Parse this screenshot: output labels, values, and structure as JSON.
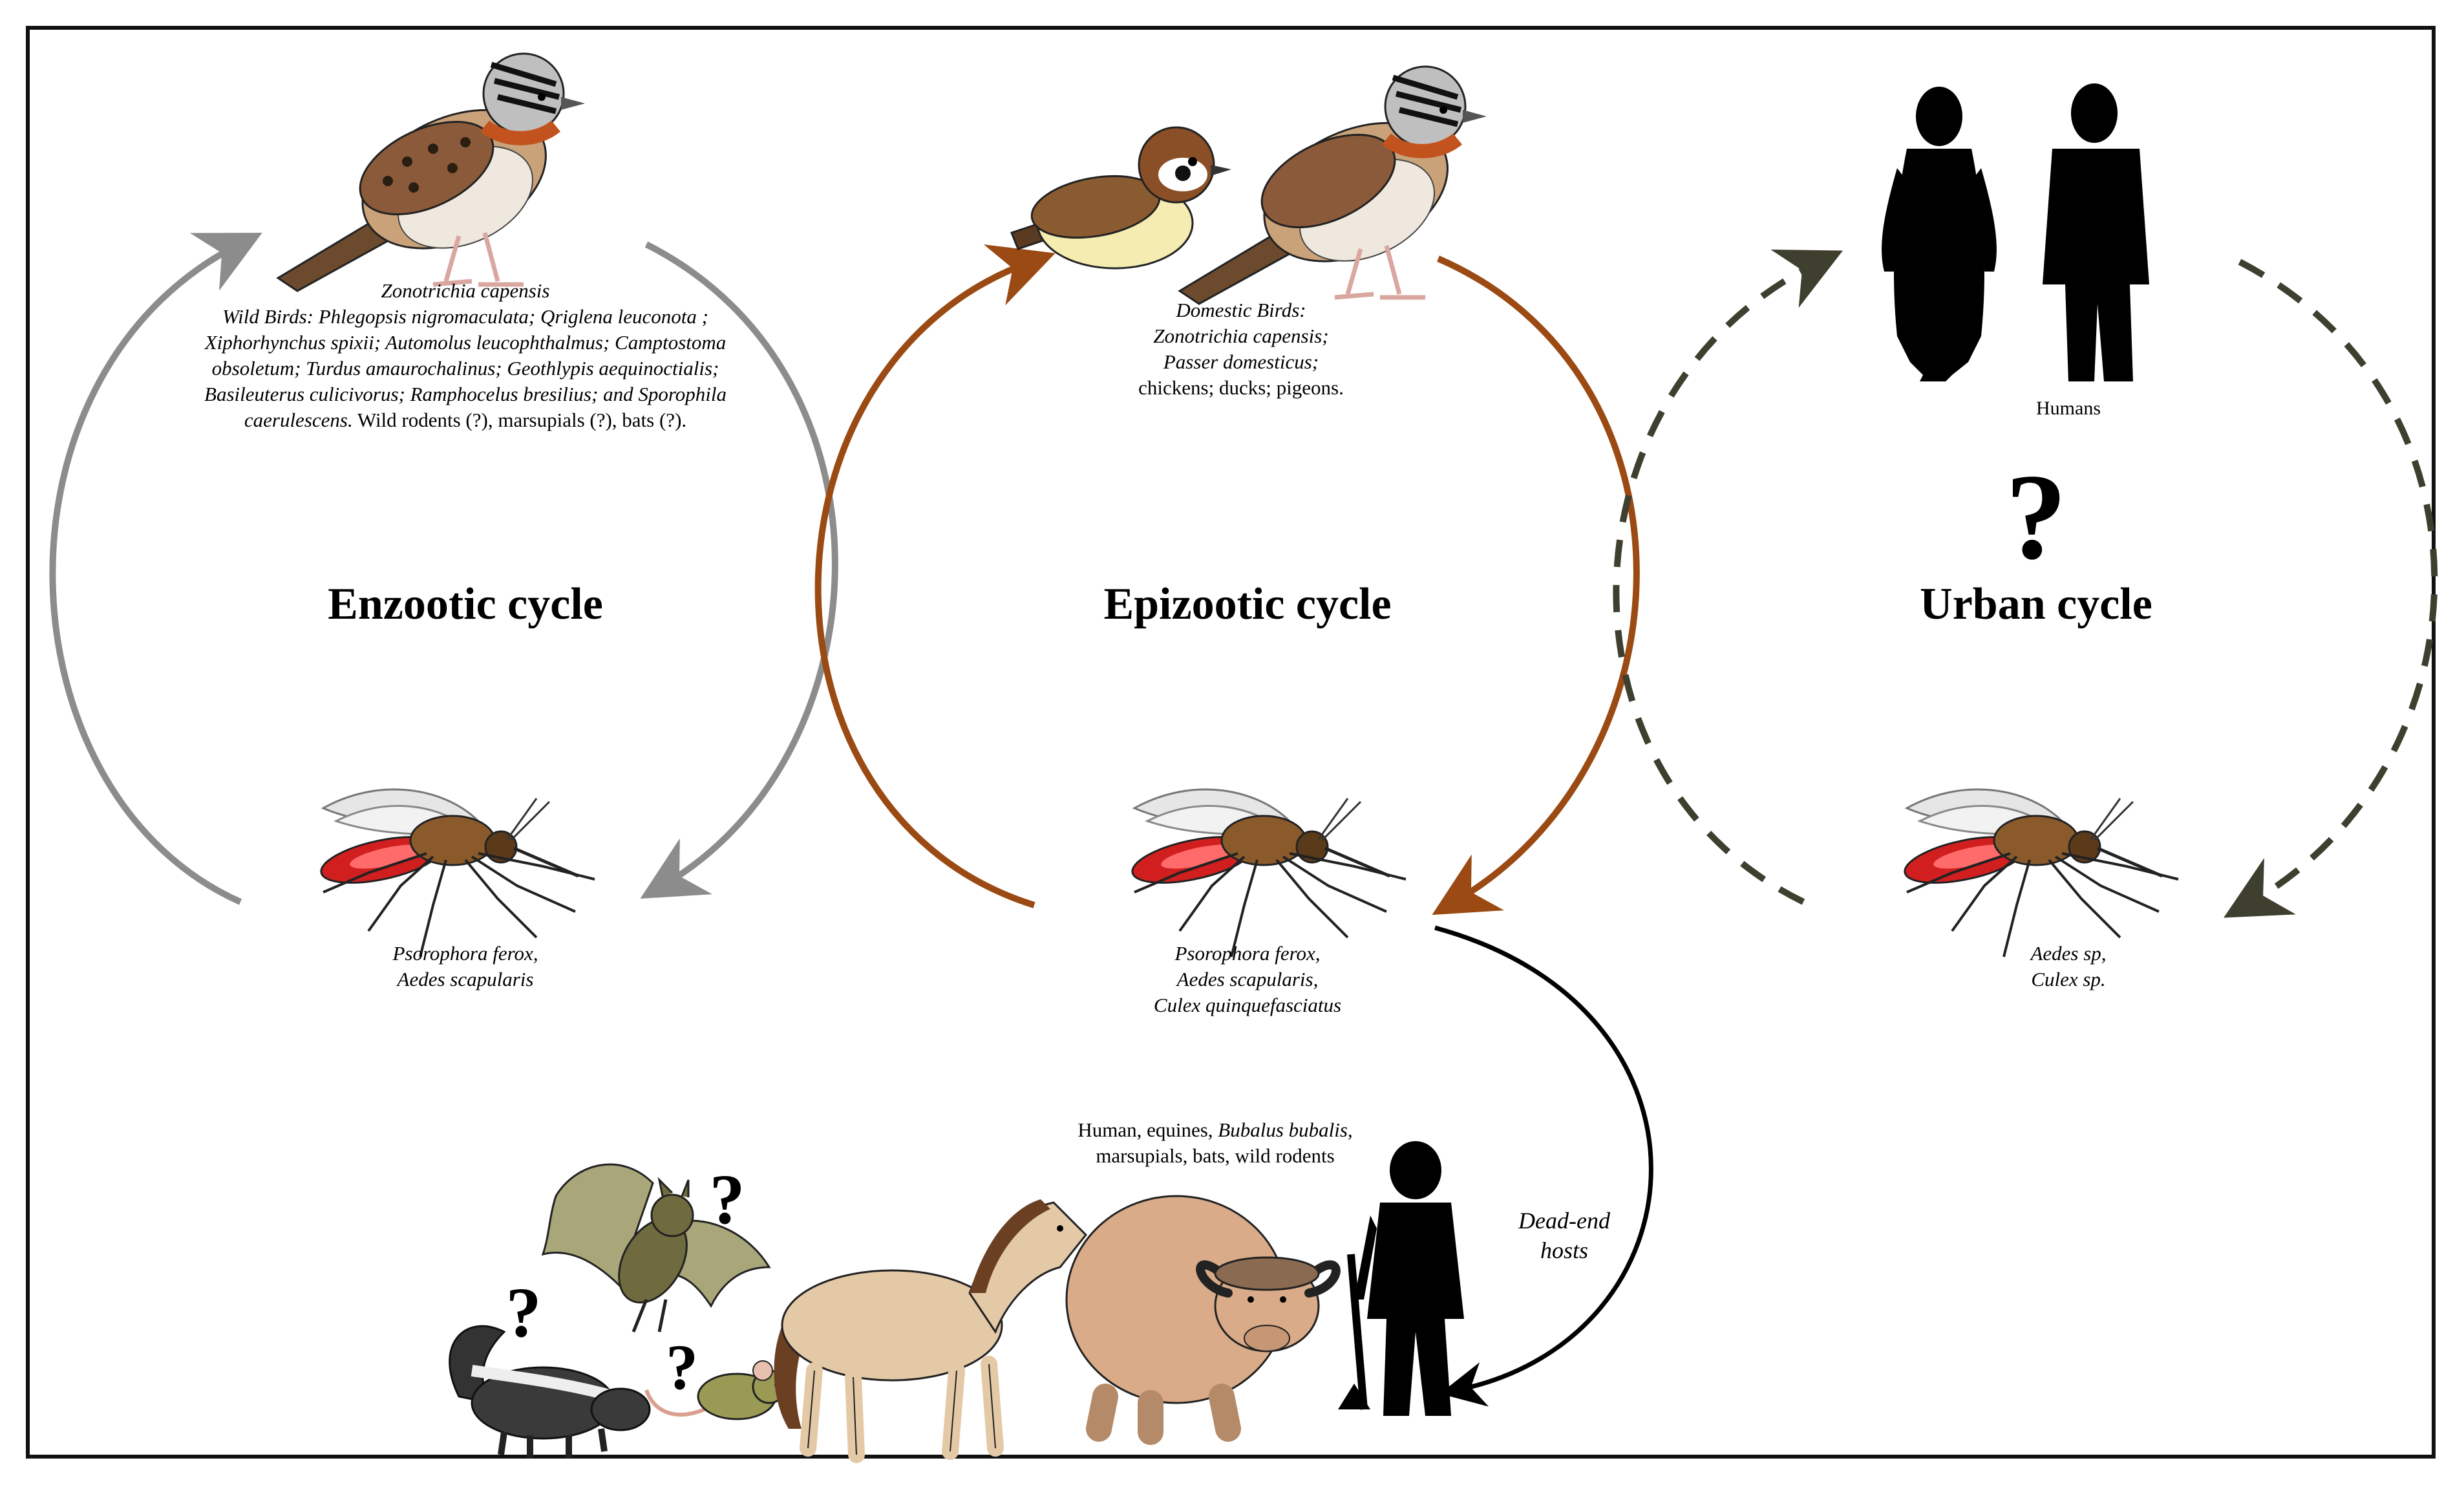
{
  "cycles": {
    "enzootic": {
      "title": "Enzootic cycle",
      "host_caption": {
        "species": "Zonotrichia capensis",
        "wild_birds": "Wild Birds: Phlegopsis nigromaculata; Qriglena leuconota ; Xiphorhynchus spixii; Automolus leucophthalmus; Camptostoma obsoletum; Turdus amaurochalinus; Geothlypis aequinoctialis; Basileuterus culicivorus; Ramphocelus bresilius; and Sporophila caerulescens.",
        "others": "Wild rodents (?), marsupials (?), bats (?)."
      },
      "vector_caption": [
        "Psorophora ferox,",
        "Aedes scapularis"
      ],
      "arrow_color": "#8c8c8c"
    },
    "epizootic": {
      "title": "Epizootic cycle",
      "host_caption": {
        "line1": "Domestic Birds:",
        "line2": "Zonotrichia capensis;",
        "line3": "Passer domesticus;",
        "line4": "chickens; ducks; pigeons."
      },
      "vector_caption": [
        "Psorophora ferox,",
        "Aedes scapularis,",
        "Culex quinquefasciatus"
      ],
      "arrow_color": "#9a4a12"
    },
    "urban": {
      "title": "Urban cycle",
      "host_caption": "Humans",
      "question_mark": "?",
      "vector_caption": [
        "Aedes sp,",
        "Culex sp."
      ],
      "arrow_color": "#3f3f2f"
    }
  },
  "dead_end": {
    "hosts_text_1": "Human, equines,",
    "hosts_text_species": "Bubalus bubalis,",
    "hosts_text_2": "marsupials, bats, wild rodents",
    "label_line1": "Dead-end",
    "label_line2": "hosts",
    "question_mark": "?"
  },
  "icons": [
    "sparrow-icon",
    "house-sparrow-icon",
    "mosquito-icon",
    "woman-silhouette-icon",
    "man-silhouette-icon",
    "bat-icon",
    "skunk-icon",
    "mouse-icon",
    "horse-icon",
    "buffalo-icon",
    "farmer-silhouette-icon"
  ]
}
